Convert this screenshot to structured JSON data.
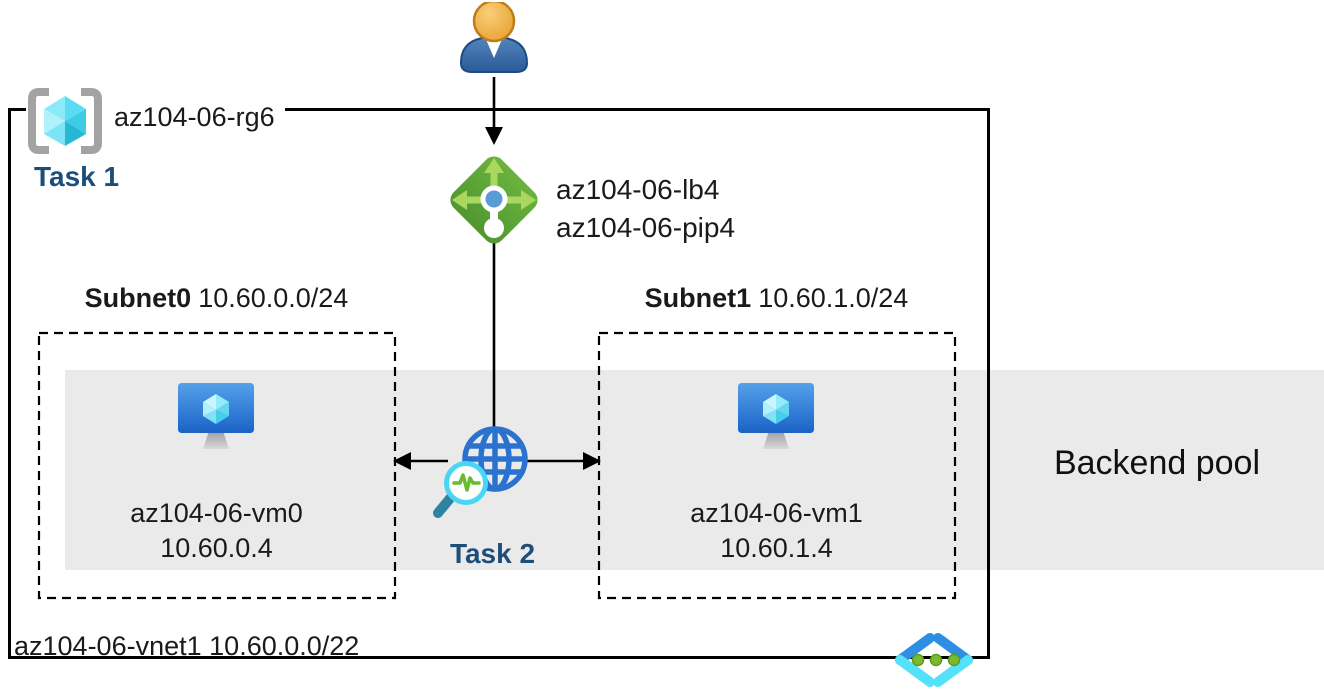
{
  "resource_group": {
    "name": "az104-06-rg6",
    "task_label": "Task 1"
  },
  "load_balancer": {
    "name": "az104-06-lb4",
    "public_ip": "az104-06-pip4"
  },
  "subnets": [
    {
      "name": "Subnet0",
      "cidr": "10.60.0.0/24",
      "vm": {
        "name": "az104-06-vm0",
        "ip": "10.60.0.4"
      }
    },
    {
      "name": "Subnet1",
      "cidr": "10.60.1.0/24",
      "vm": {
        "name": "az104-06-vm1",
        "ip": "10.60.1.4"
      }
    }
  ],
  "probe": {
    "task_label": "Task 2"
  },
  "backend_pool": {
    "label": "Backend pool"
  },
  "vnet": {
    "name": "az104-06-vnet1",
    "cidr": "10.60.0.0/22"
  },
  "colors": {
    "band": "#eaeaea",
    "task_text": "#1d4e79",
    "lb_green": "#5ba135",
    "lb_arrow_green": "#a9d75f",
    "globe_blue": "#2b72cf",
    "magnifier_cyan": "#48d6f2",
    "vnet_dark_blue": "#2e8fe2",
    "vnet_cyan": "#55e1fa",
    "vnet_dot_green": "#79ba30",
    "line_black": "#000000"
  }
}
